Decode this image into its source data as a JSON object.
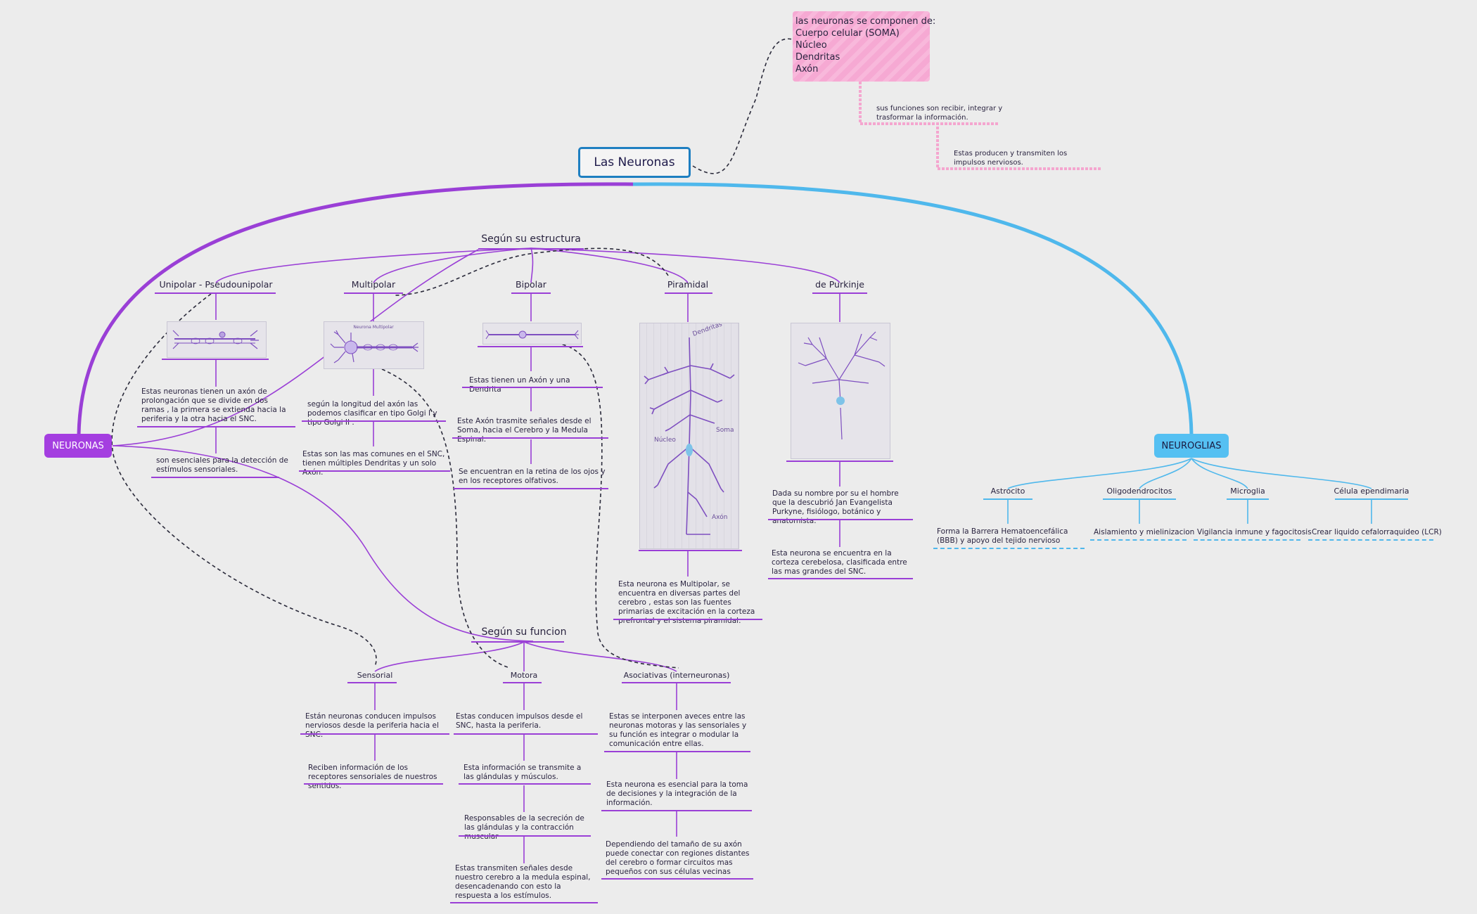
{
  "title": "Las Neuronas",
  "note": {
    "lines": [
      "las neuronas se componen de:",
      "Cuerpo celular (SOMA)",
      "Núcleo",
      "Dendritas",
      "Axón"
    ],
    "function1": "sus funciones son recibir, integrar y trasformar la información.",
    "function2": "Estas producen y transmiten los impulsos nerviosos.",
    "color": "#f6a9d3"
  },
  "neuronas": {
    "label": "NEURONAS",
    "color": "#a43ee0",
    "estructura": {
      "header": "Según su estructura",
      "types": {
        "unipolar": {
          "label": "Unipolar - Pseudounipolar",
          "notes": [
            "Estas neuronas tienen un axón de prolongación que se divide en dos ramas , la primera se extienda hacia la periferia y la otra  hacia el SNC.",
            "son esenciales para la detección de estímulos sensoriales."
          ]
        },
        "multipolar": {
          "label": "Multipolar",
          "image_caption": "Neurona Multipolar",
          "notes": [
            "según la longitud del axón las podemos clasificar en tipo Golgi I y tipo Golgi II .",
            "Estas son las mas comunes en el SNC, tienen múltiples Dendritas y un solo Axón."
          ]
        },
        "bipolar": {
          "label": "Bipolar",
          "notes": [
            "Estas tienen un Axón y una Dendrita",
            "Este Axón trasmite señales desde el Soma, hacia el Cerebro y la Medula Espinal.",
            "Se encuentran en la retina de los ojos  y en los receptores olfativos."
          ]
        },
        "piramidal": {
          "label": "Piramidal",
          "image_labels": [
            "Dendritas",
            "Núcleo",
            "Soma",
            "Axón"
          ],
          "notes": [
            "Esta neurona es Multipolar, se encuentra en diversas partes del cerebro , estas son las fuentes primarias de excitación en la corteza prefrontal y el sistema piramidal."
          ]
        },
        "purkinje": {
          "label": "de Purkinje",
          "notes": [
            "Dada su nombre por su el hombre que la descubrió Jan Evangelista Purkyne, fisiólogo, botánico y anatomista.",
            "Esta neurona se encuentra en la corteza cerebelosa, clasificada entre las mas grandes del SNC."
          ]
        }
      }
    },
    "funcion": {
      "header": "Según su funcion",
      "types": {
        "sensorial": {
          "label": "Sensorial",
          "notes": [
            "Están neuronas conducen impulsos nerviosos desde la periferia hacia el SNC.",
            "Reciben información de los receptores sensoriales de nuestros sentidos."
          ]
        },
        "motora": {
          "label": "Motora",
          "notes": [
            "Estas conducen impulsos desde el SNC, hasta la periferia.",
            "Esta información se transmite a las glándulas y músculos.",
            "Responsables de la secreción de las glándulas y la contracción muscular",
            "Estas transmiten señales desde nuestro cerebro a la medula espinal, desencadenando con esto la respuesta a los estímulos."
          ]
        },
        "asociativas": {
          "label": "Asociativas (interneuronas)",
          "notes": [
            "Estas se interponen aveces entre las neuronas motoras y las sensoriales y su función es integrar o modular la comunicación entre ellas.",
            "Esta neurona es esencial  para la toma de decisiones y la integración de la información.",
            "Dependiendo del tamaño de su axón puede conectar con regiones distantes del cerebro o formar circuitos mas pequeños con sus células vecinas"
          ]
        }
      }
    }
  },
  "neuroglias": {
    "label": "NEUROGLIAS",
    "color": "#55c0f2",
    "types": [
      {
        "label": "Astrocito",
        "note": "Forma la Barrera Hematoencefálica (BBB) y apoyo del tejido nervioso"
      },
      {
        "label": "Oligodendrocitos",
        "note": "Aislamiento y mielinizacion"
      },
      {
        "label": "Microglia",
        "note": "Vigilancia inmune y fagocitosis"
      },
      {
        "label": "Célula ependimaria",
        "note": "Crear liquido cefalorraquideo (LCR)"
      }
    ]
  }
}
